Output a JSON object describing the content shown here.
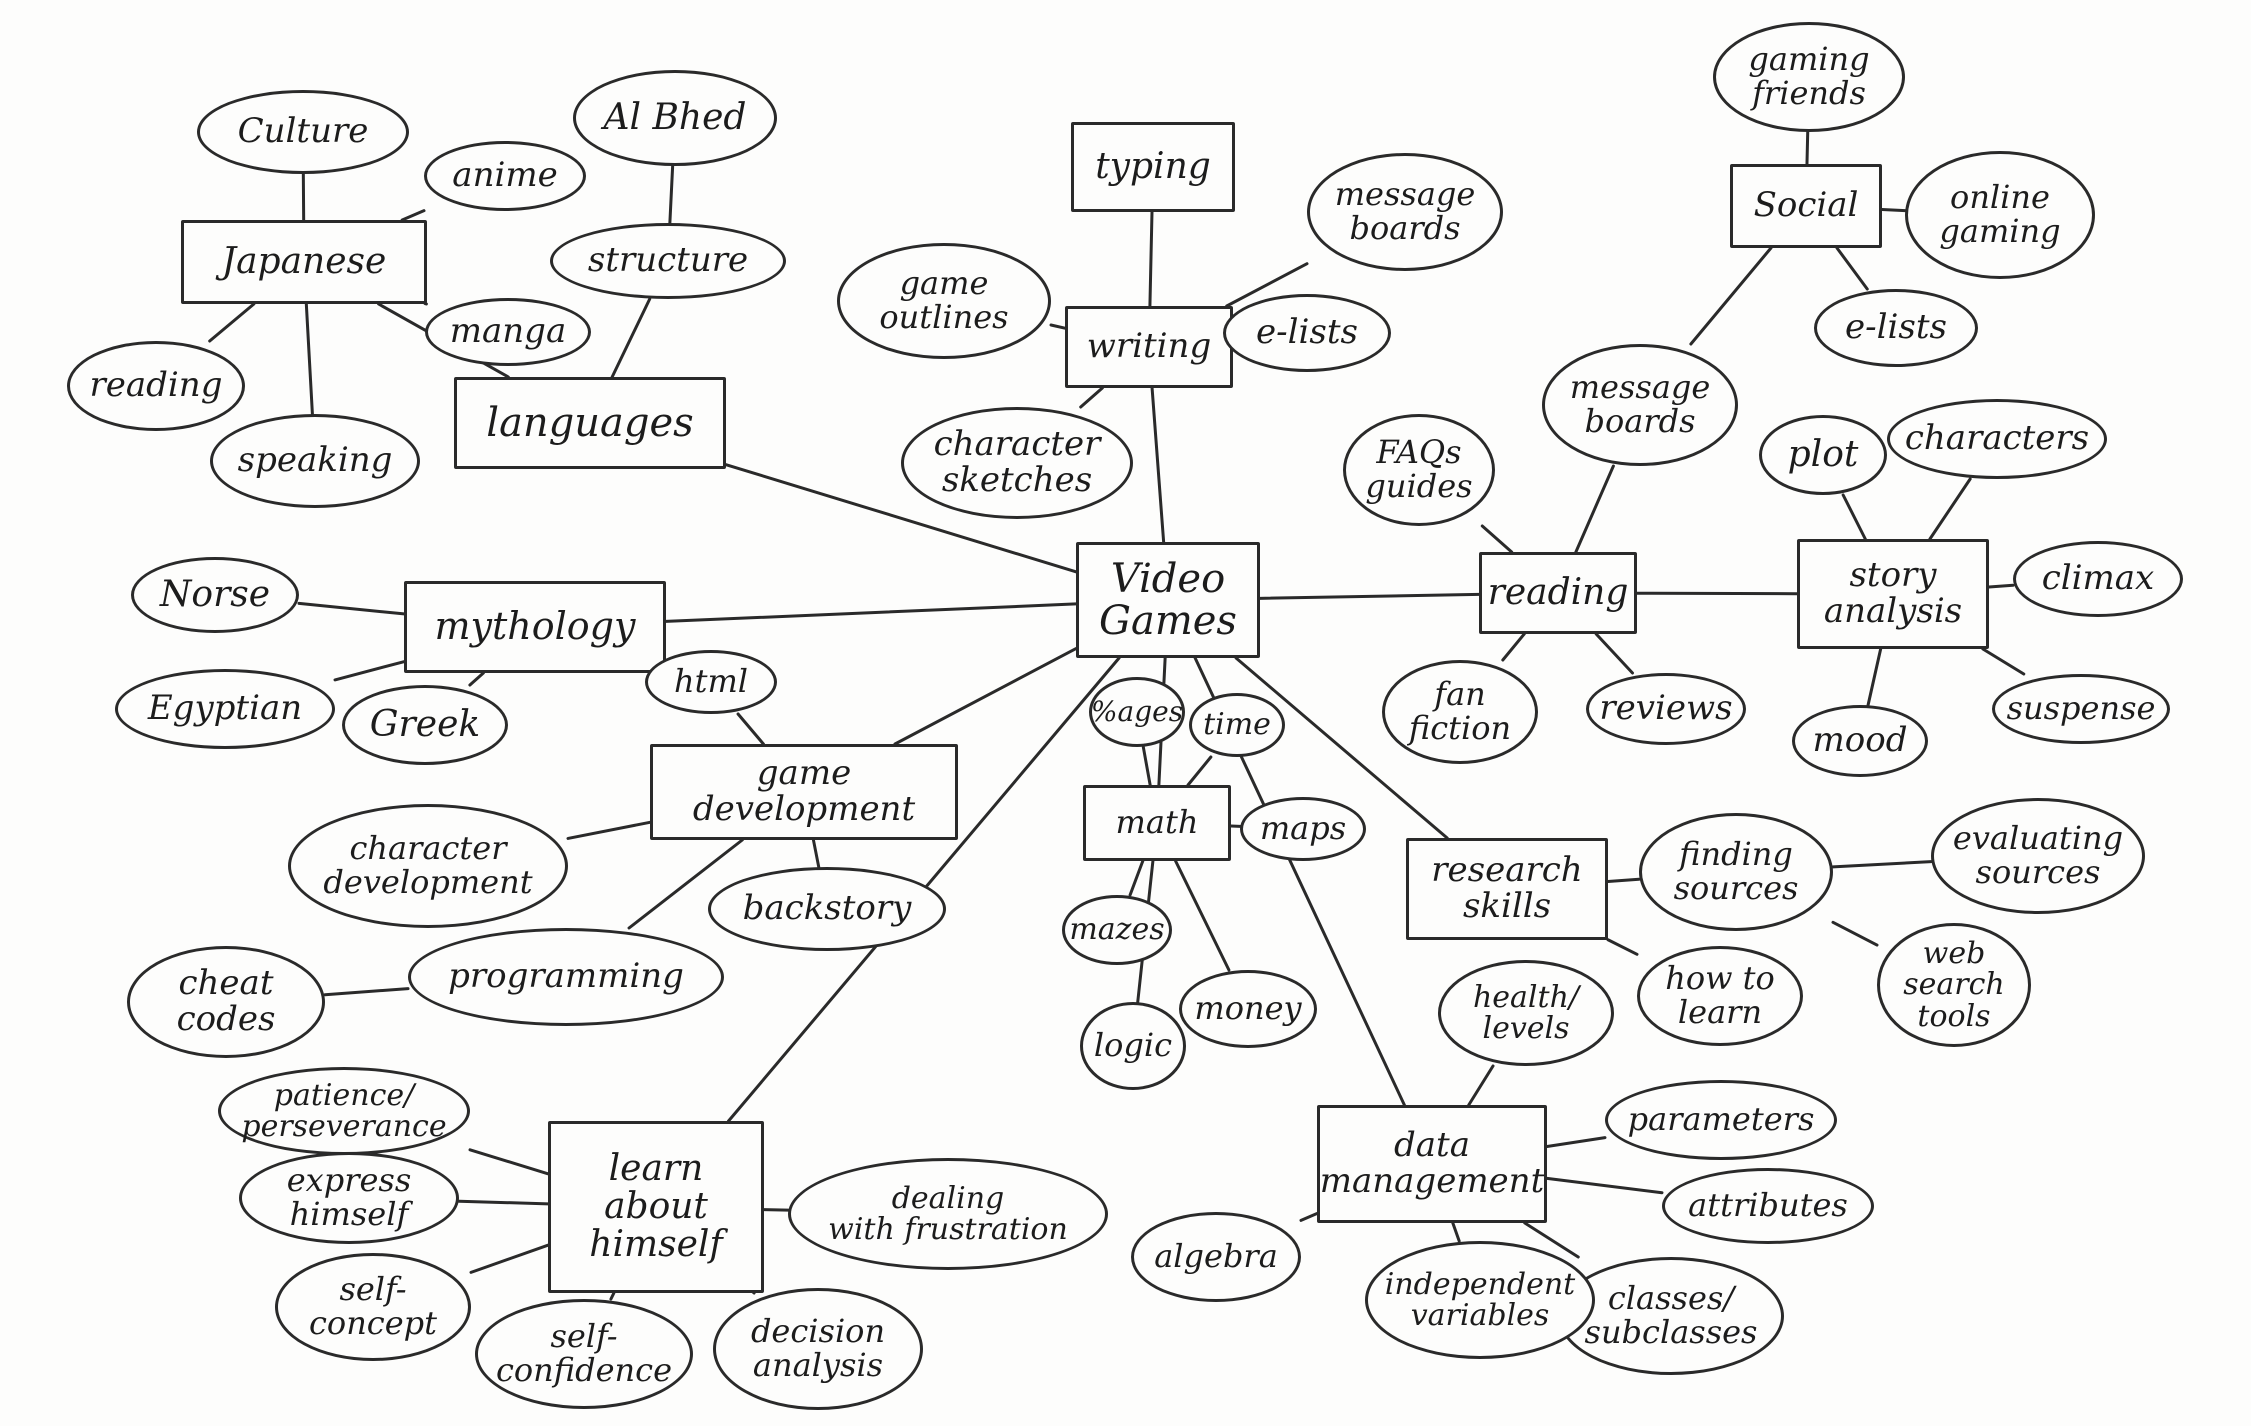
{
  "diagram": {
    "stroke_color": "#2a2a2a",
    "ink_color": "#1c1c1c",
    "paper_color": "#fdfdfc",
    "nodes": [
      {
        "id": "video-games",
        "label": "Video\nGames",
        "shape": "box"
      },
      {
        "id": "languages",
        "label": "languages",
        "shape": "box"
      },
      {
        "id": "japanese",
        "label": "Japanese",
        "shape": "box"
      },
      {
        "id": "culture",
        "label": "Culture",
        "shape": "oval"
      },
      {
        "id": "anime",
        "label": "anime",
        "shape": "oval"
      },
      {
        "id": "manga",
        "label": "manga",
        "shape": "oval"
      },
      {
        "id": "reading-jp",
        "label": "reading",
        "shape": "oval"
      },
      {
        "id": "speaking",
        "label": "speaking",
        "shape": "oval"
      },
      {
        "id": "al-bhed",
        "label": "Al Bhed",
        "shape": "oval"
      },
      {
        "id": "structure",
        "label": "structure",
        "shape": "oval"
      },
      {
        "id": "writing",
        "label": "writing",
        "shape": "box"
      },
      {
        "id": "typing",
        "label": "typing",
        "shape": "box"
      },
      {
        "id": "message-boards-w",
        "label": "message\nboards",
        "shape": "oval"
      },
      {
        "id": "game-outlines",
        "label": "game\noutlines",
        "shape": "oval"
      },
      {
        "id": "e-lists-w",
        "label": "e-lists",
        "shape": "oval"
      },
      {
        "id": "character-sketches",
        "label": "character\nsketches",
        "shape": "oval"
      },
      {
        "id": "social",
        "label": "Social",
        "shape": "box"
      },
      {
        "id": "gaming-friends",
        "label": "gaming\nfriends",
        "shape": "oval"
      },
      {
        "id": "online-gaming",
        "label": "online\ngaming",
        "shape": "oval"
      },
      {
        "id": "e-lists-s",
        "label": "e-lists",
        "shape": "oval"
      },
      {
        "id": "message-boards-s",
        "label": "message\nboards",
        "shape": "oval"
      },
      {
        "id": "reading",
        "label": "reading",
        "shape": "box"
      },
      {
        "id": "faqs-guides",
        "label": "FAQs\nguides",
        "shape": "oval"
      },
      {
        "id": "fan-fiction",
        "label": "fan\nfiction",
        "shape": "oval"
      },
      {
        "id": "reviews",
        "label": "reviews",
        "shape": "oval"
      },
      {
        "id": "story-analysis",
        "label": "story\nanalysis",
        "shape": "box"
      },
      {
        "id": "plot",
        "label": "plot",
        "shape": "oval"
      },
      {
        "id": "characters",
        "label": "characters",
        "shape": "oval"
      },
      {
        "id": "climax",
        "label": "climax",
        "shape": "oval"
      },
      {
        "id": "suspense",
        "label": "suspense",
        "shape": "oval"
      },
      {
        "id": "mood",
        "label": "mood",
        "shape": "oval"
      },
      {
        "id": "mythology",
        "label": "mythology",
        "shape": "box"
      },
      {
        "id": "norse",
        "label": "Norse",
        "shape": "oval"
      },
      {
        "id": "egyptian",
        "label": "Egyptian",
        "shape": "oval"
      },
      {
        "id": "greek",
        "label": "Greek",
        "shape": "oval"
      },
      {
        "id": "game-development",
        "label": "game\ndevelopment",
        "shape": "box"
      },
      {
        "id": "html",
        "label": "html",
        "shape": "oval"
      },
      {
        "id": "character-development",
        "label": "character\ndevelopment",
        "shape": "oval"
      },
      {
        "id": "backstory",
        "label": "backstory",
        "shape": "oval"
      },
      {
        "id": "programming",
        "label": "programming",
        "shape": "oval"
      },
      {
        "id": "cheat-codes",
        "label": "cheat\ncodes",
        "shape": "oval"
      },
      {
        "id": "math",
        "label": "math",
        "shape": "box"
      },
      {
        "id": "percentages",
        "label": "%ages",
        "shape": "oval"
      },
      {
        "id": "time",
        "label": "time",
        "shape": "oval"
      },
      {
        "id": "maps",
        "label": "maps",
        "shape": "oval"
      },
      {
        "id": "mazes",
        "label": "mazes",
        "shape": "oval"
      },
      {
        "id": "logic",
        "label": "logic",
        "shape": "oval"
      },
      {
        "id": "money",
        "label": "money",
        "shape": "oval"
      },
      {
        "id": "research-skills",
        "label": "research\nskills",
        "shape": "box"
      },
      {
        "id": "finding-sources",
        "label": "finding\nsources",
        "shape": "oval"
      },
      {
        "id": "evaluating-sources",
        "label": "evaluating\nsources",
        "shape": "oval"
      },
      {
        "id": "web-search-tools",
        "label": "web\nsearch\ntools",
        "shape": "oval"
      },
      {
        "id": "how-to-learn",
        "label": "how to\nlearn",
        "shape": "oval"
      },
      {
        "id": "learn-about-himself",
        "label": "learn\nabout\nhimself",
        "shape": "box"
      },
      {
        "id": "patience",
        "label": "patience/\nperseverance",
        "shape": "oval"
      },
      {
        "id": "express-himself",
        "label": "express\nhimself",
        "shape": "oval"
      },
      {
        "id": "self-concept",
        "label": "self-\nconcept",
        "shape": "oval"
      },
      {
        "id": "self-confidence",
        "label": "self-\nconfidence",
        "shape": "oval"
      },
      {
        "id": "decision-analysis",
        "label": "decision\nanalysis",
        "shape": "oval"
      },
      {
        "id": "dealing-frustration",
        "label": "dealing\nwith frustration",
        "shape": "oval"
      },
      {
        "id": "data-management",
        "label": "data\nmanagement",
        "shape": "box"
      },
      {
        "id": "health-levels",
        "label": "health/\nlevels",
        "shape": "oval"
      },
      {
        "id": "parameters",
        "label": "parameters",
        "shape": "oval"
      },
      {
        "id": "attributes",
        "label": "attributes",
        "shape": "oval"
      },
      {
        "id": "classes-subclasses",
        "label": "classes/\nsubclasses",
        "shape": "oval"
      },
      {
        "id": "independent-variables",
        "label": "independent\nvariables",
        "shape": "oval"
      },
      {
        "id": "algebra",
        "label": "algebra",
        "shape": "oval"
      }
    ],
    "edges": [
      [
        "video-games",
        "languages"
      ],
      [
        "video-games",
        "writing"
      ],
      [
        "video-games",
        "reading"
      ],
      [
        "video-games",
        "mythology"
      ],
      [
        "video-games",
        "game-development"
      ],
      [
        "video-games",
        "math"
      ],
      [
        "video-games",
        "research-skills"
      ],
      [
        "video-games",
        "learn-about-himself"
      ],
      [
        "video-games",
        "data-management"
      ],
      [
        "languages",
        "japanese"
      ],
      [
        "languages",
        "structure"
      ],
      [
        "japanese",
        "culture"
      ],
      [
        "japanese",
        "anime"
      ],
      [
        "japanese",
        "manga"
      ],
      [
        "japanese",
        "reading-jp"
      ],
      [
        "japanese",
        "speaking"
      ],
      [
        "structure",
        "al-bhed"
      ],
      [
        "writing",
        "typing"
      ],
      [
        "writing",
        "message-boards-w"
      ],
      [
        "writing",
        "game-outlines"
      ],
      [
        "writing",
        "e-lists-w"
      ],
      [
        "writing",
        "character-sketches"
      ],
      [
        "reading",
        "faqs-guides"
      ],
      [
        "reading",
        "message-boards-s"
      ],
      [
        "reading",
        "fan-fiction"
      ],
      [
        "reading",
        "reviews"
      ],
      [
        "reading",
        "story-analysis"
      ],
      [
        "message-boards-s",
        "social"
      ],
      [
        "social",
        "gaming-friends"
      ],
      [
        "social",
        "online-gaming"
      ],
      [
        "social",
        "e-lists-s"
      ],
      [
        "story-analysis",
        "plot"
      ],
      [
        "story-analysis",
        "characters"
      ],
      [
        "story-analysis",
        "climax"
      ],
      [
        "story-analysis",
        "suspense"
      ],
      [
        "story-analysis",
        "mood"
      ],
      [
        "mythology",
        "norse"
      ],
      [
        "mythology",
        "egyptian"
      ],
      [
        "mythology",
        "greek"
      ],
      [
        "game-development",
        "html"
      ],
      [
        "game-development",
        "character-development"
      ],
      [
        "game-development",
        "backstory"
      ],
      [
        "game-development",
        "programming"
      ],
      [
        "programming",
        "cheat-codes"
      ],
      [
        "math",
        "percentages"
      ],
      [
        "math",
        "time"
      ],
      [
        "math",
        "maps"
      ],
      [
        "math",
        "mazes"
      ],
      [
        "math",
        "logic"
      ],
      [
        "math",
        "money"
      ],
      [
        "research-skills",
        "finding-sources"
      ],
      [
        "research-skills",
        "how-to-learn"
      ],
      [
        "finding-sources",
        "evaluating-sources"
      ],
      [
        "finding-sources",
        "web-search-tools"
      ],
      [
        "learn-about-himself",
        "patience"
      ],
      [
        "learn-about-himself",
        "express-himself"
      ],
      [
        "learn-about-himself",
        "self-concept"
      ],
      [
        "learn-about-himself",
        "self-confidence"
      ],
      [
        "learn-about-himself",
        "decision-analysis"
      ],
      [
        "learn-about-himself",
        "dealing-frustration"
      ],
      [
        "data-management",
        "health-levels"
      ],
      [
        "data-management",
        "parameters"
      ],
      [
        "data-management",
        "attributes"
      ],
      [
        "data-management",
        "classes-subclasses"
      ],
      [
        "data-management",
        "independent-variables"
      ],
      [
        "data-management",
        "algebra"
      ]
    ]
  }
}
